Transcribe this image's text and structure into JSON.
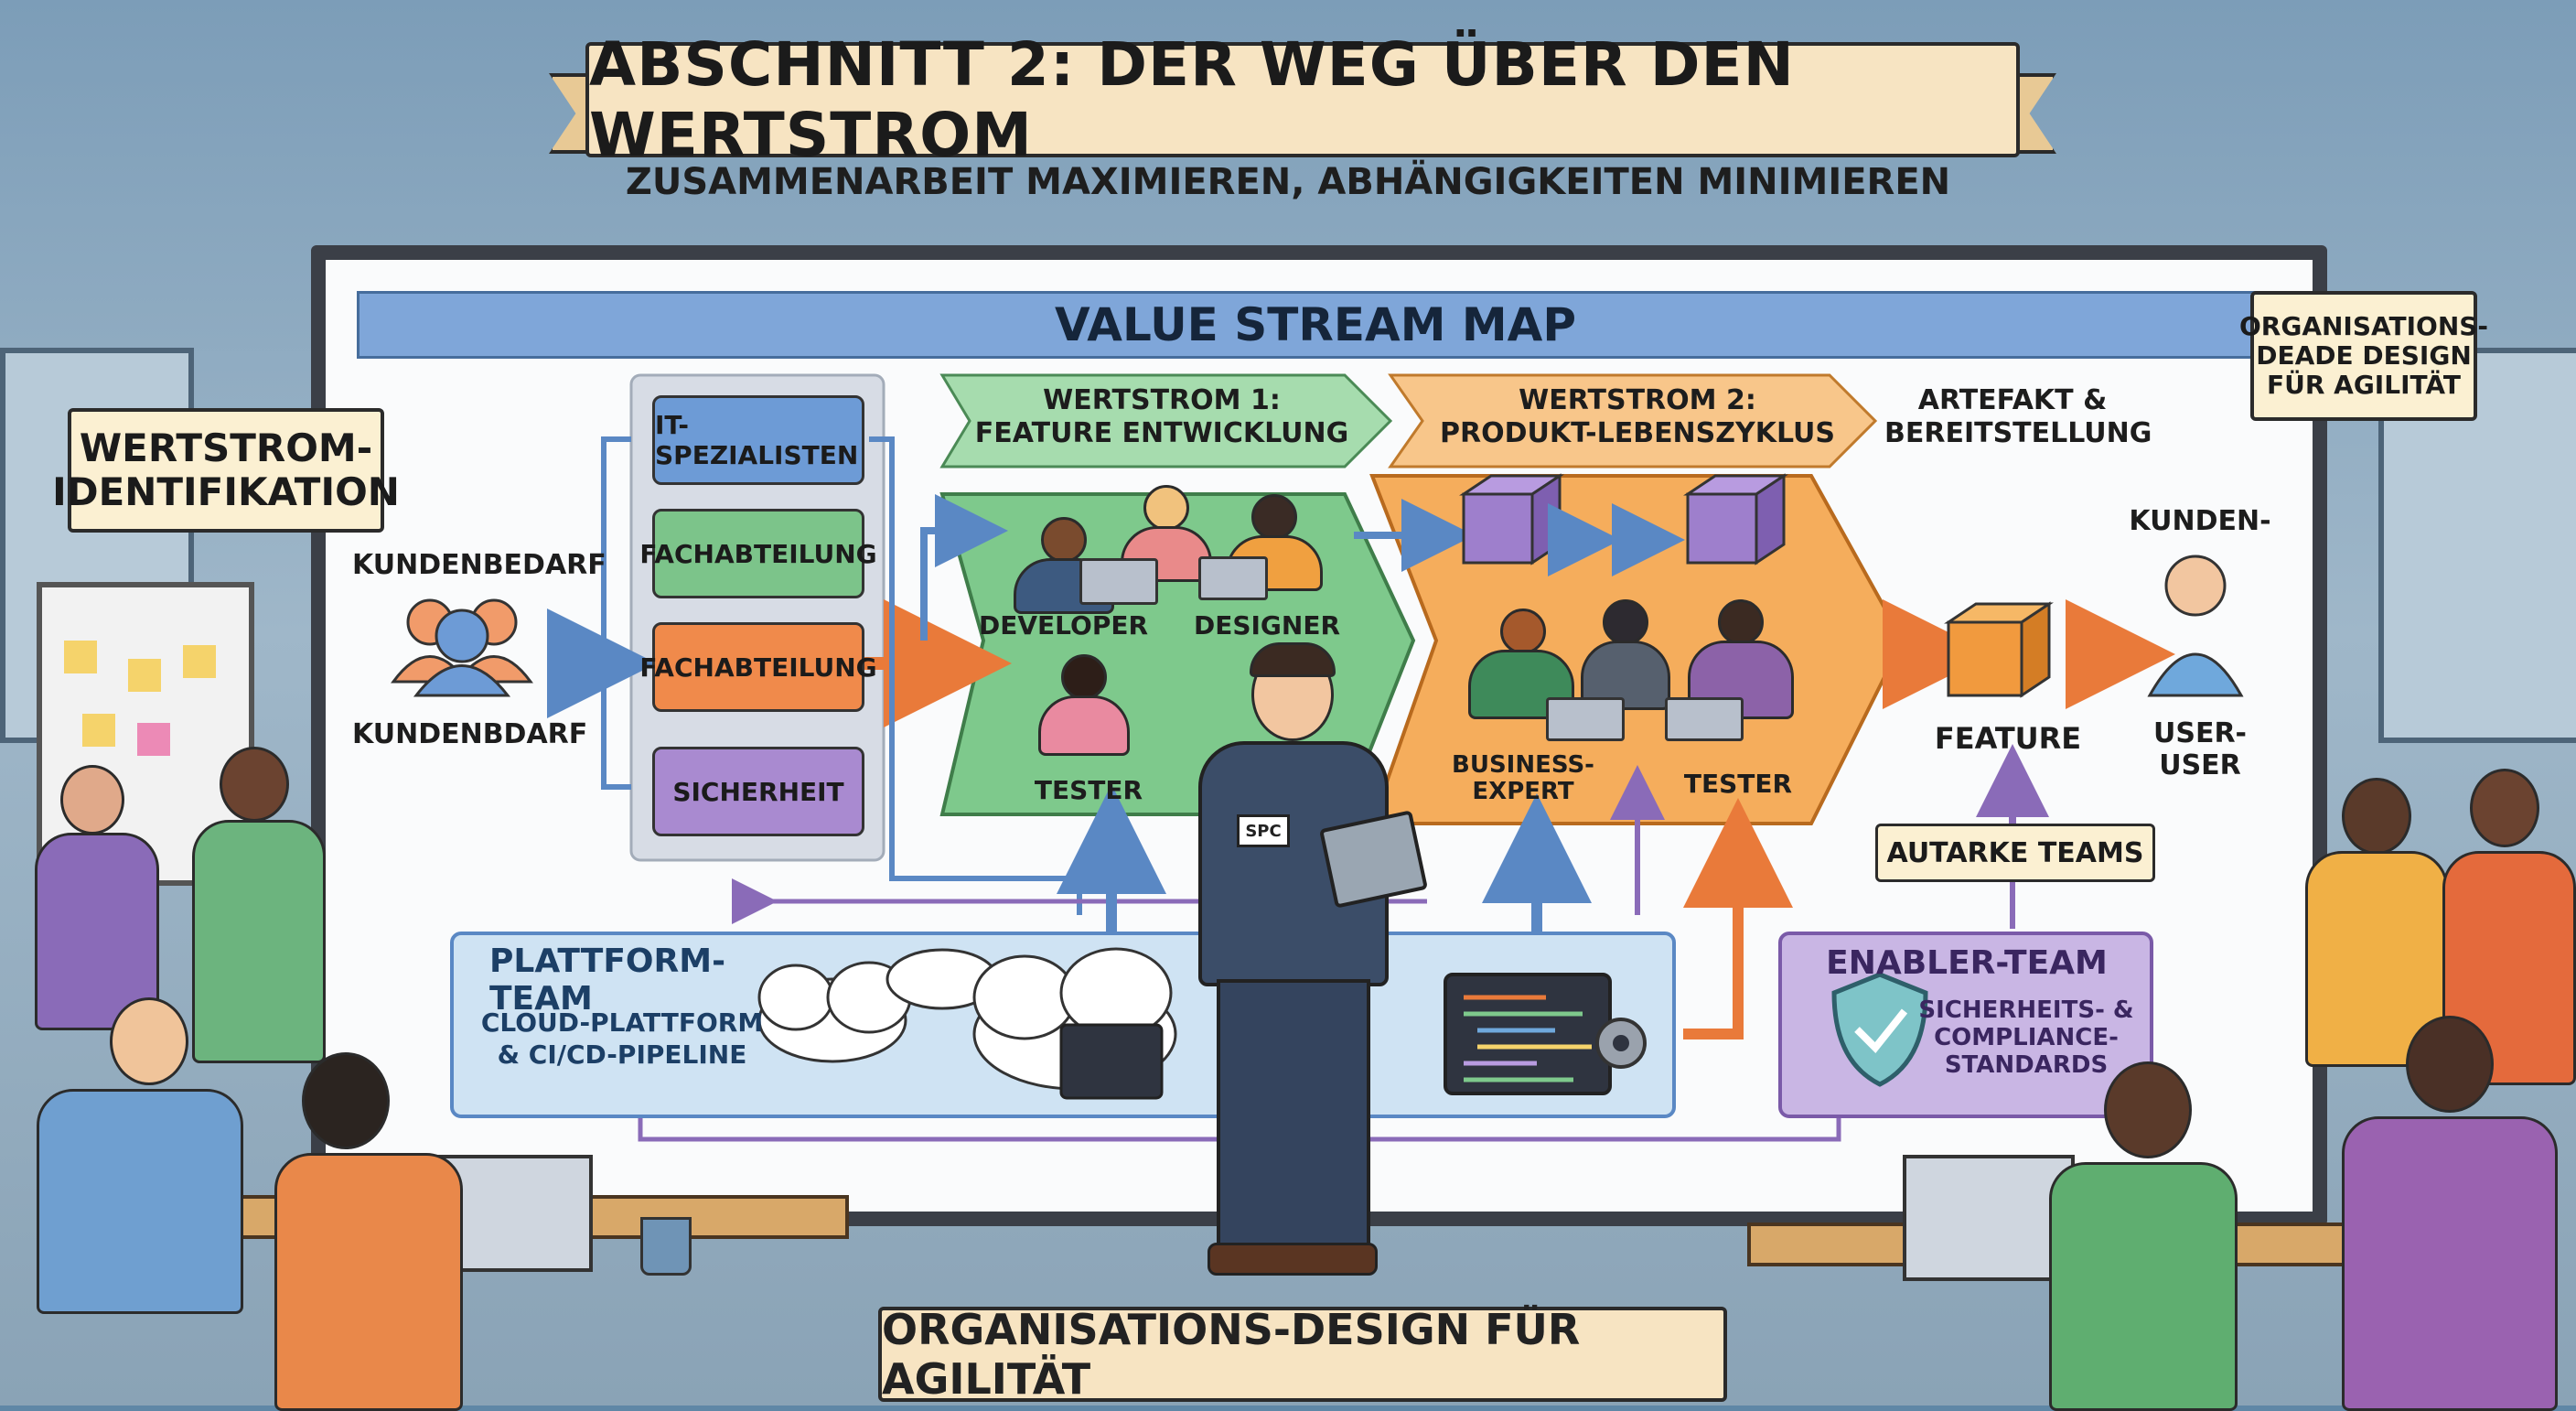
{
  "header": {
    "title": "ABSCHNITT 2: DER WEG ÜBER DEN WERTSTROM",
    "subtitle": "ZUSAMMENARBEIT MAXIMIEREN, ABHÄNGIGKEITEN MINIMIEREN"
  },
  "board": {
    "title": "VALUE STREAM MAP",
    "left_note": "WERTSTROM-\nIDENTIFIKATION",
    "right_note": "ORGANISATIONS-\nDEADE DESIGN\nFÜR AGILITÄT",
    "customer": {
      "top_label": "KUNDENBEDARF",
      "bottom_label": "KUNDENBDARF"
    },
    "departments": [
      {
        "label": "IT-SPEZIALISTEN",
        "color": "#6d9bd6"
      },
      {
        "label": "FACHABTEILUNG",
        "color": "#7cc48a"
      },
      {
        "label": "FACHABTEILUNG",
        "color": "#f08a4b"
      },
      {
        "label": "SICHERHEIT",
        "color": "#a98ad0"
      }
    ],
    "stream1": {
      "title": "WERTSTROM 1:\nFEATURE ENTWICKLUNG",
      "developer": "DEVELOPER",
      "designer": "DESIGNER",
      "tester": "TESTER",
      "color": "#7ec98c"
    },
    "stream2": {
      "title": "WERTSTROM 2:\nPRODUKT-LEBENSZYKLUS",
      "business": "BUSINESS-\nEXPERT",
      "tester": "TESTER",
      "color": "#f5ad5c"
    },
    "artifact": {
      "title": "ARTEFAKT &\nBEREITSTELLUNG",
      "feature": "FEATURE",
      "customer_top": "KUNDEN-",
      "customer_bottom": "USER-\nUSER"
    },
    "autarke": "AUTARKE TEAMS",
    "spc_badge": "SPC",
    "platform": {
      "title": "PLATTFORM-TEAM",
      "desc": "CLOUD-PLATTFORM\n& CI/CD-PIPELINE",
      "color": "#cfe3f3"
    },
    "enabler": {
      "title": "ENABLER-TEAM",
      "desc": "SICHERHEITS- &\nCOMPLIANCE-\nSTANDARDS",
      "color": "#c9b6e4"
    }
  },
  "footer": {
    "banner": "ORGANISATIONS-DESIGN FÜR AGILITÄT"
  }
}
